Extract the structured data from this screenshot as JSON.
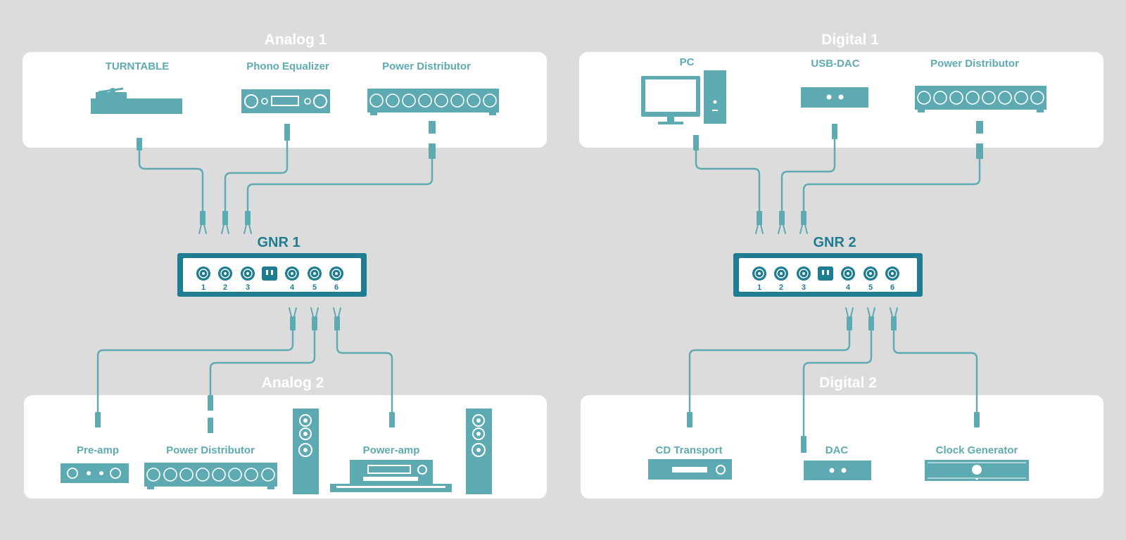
{
  "colors": {
    "background": "#dcdcdc",
    "panel": "#ffffff",
    "device": "#5eaab3",
    "device_detail": "#ffffff",
    "hub": "#1f7d91",
    "hub_inner": "#ffffff",
    "panel_title": "#ffffff",
    "device_label": "#5eaab3",
    "hub_label": "#1f7d91",
    "cable": "#5eaab3"
  },
  "panels": {
    "analog1": {
      "title": "Analog 1"
    },
    "analog2": {
      "title": "Analog 2"
    },
    "digital1": {
      "title": "Digital 1"
    },
    "digital2": {
      "title": "Digital 2"
    }
  },
  "devices": {
    "turntable": "TURNTABLE",
    "phono_equalizer": "Phono Equalizer",
    "power_distributor_a1": "Power Distributor",
    "pc": "PC",
    "usb_dac": "USB-DAC",
    "power_distributor_d1": "Power Distributor",
    "pre_amp": "Pre-amp",
    "power_distributor_a2": "Power Distributor",
    "power_amp": "Power-amp",
    "cd_transport": "CD Transport",
    "dac": "DAC",
    "clock_generator": "Clock Generator"
  },
  "hubs": {
    "gnr1": {
      "title": "GNR 1",
      "ports": [
        "1",
        "2",
        "3",
        "4",
        "5",
        "6"
      ]
    },
    "gnr2": {
      "title": "GNR 2",
      "ports": [
        "1",
        "2",
        "3",
        "4",
        "5",
        "6"
      ]
    }
  },
  "icons": {
    "turntable": "turntable-icon",
    "phono_equalizer": "phono-equalizer-icon",
    "power_distributor": "power-strip-icon",
    "pc": "desktop-computer-icon",
    "usb_dac": "usb-dac-icon",
    "pre_amp": "pre-amp-icon",
    "speaker": "tower-speaker-icon",
    "power_amp": "power-amp-icon",
    "cd_transport": "cd-transport-icon",
    "dac": "dac-icon",
    "clock_generator": "clock-generator-icon",
    "hub_port": "terminal-post-icon",
    "hub_socket": "ac-inlet-icon",
    "cable_plug": "plug-icon",
    "cable_fork": "spade-terminal-icon"
  }
}
